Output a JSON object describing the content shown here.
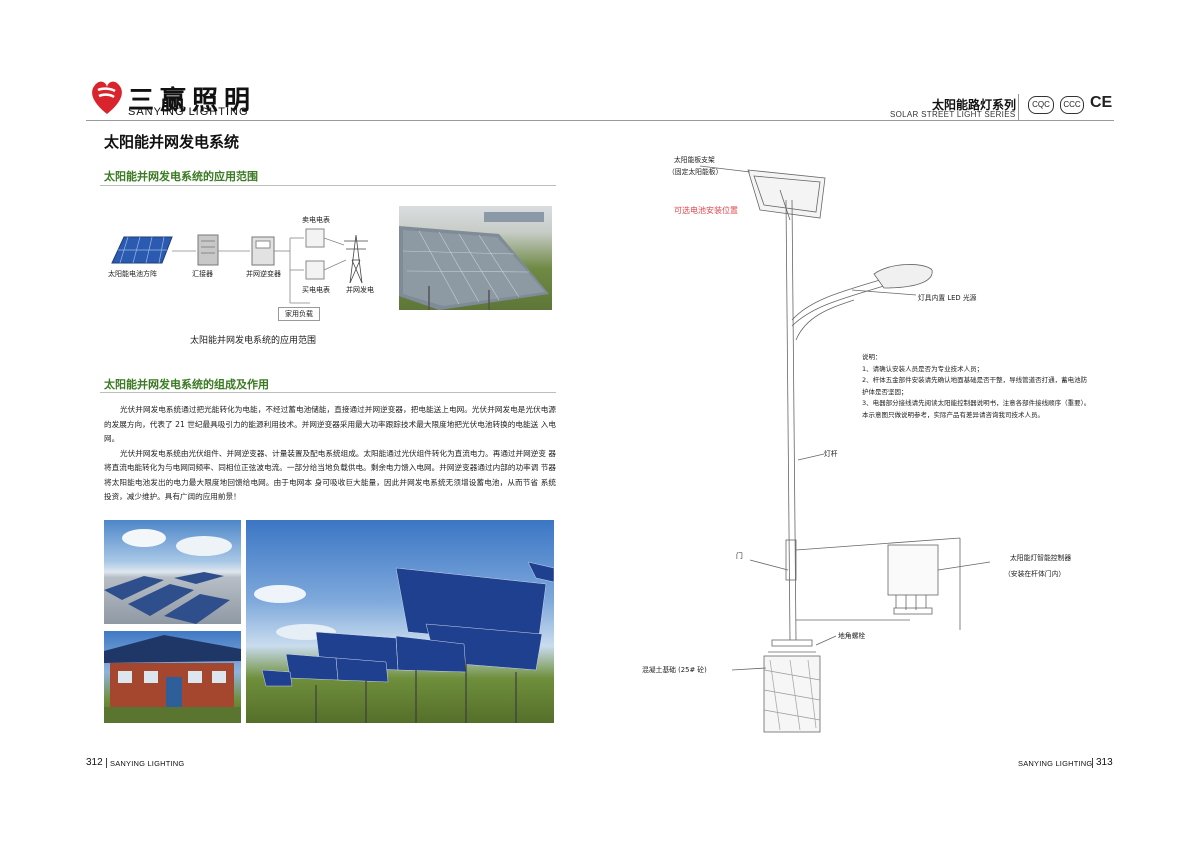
{
  "header": {
    "brand_cn": "三赢照明",
    "brand_en": "SANYING LIGHTING",
    "logo_icon": "sanying-heart-logo",
    "series_cn": "太阳能路灯系列",
    "series_en": "SOLAR STREET LIGHT SERIES",
    "certs": [
      "CQC",
      "CCC",
      "CE"
    ]
  },
  "left_page": {
    "title": "太阳能并网发电系统",
    "section1": {
      "title": "太阳能并网发电系统的应用范围",
      "diagram": {
        "solar_array": "太阳能电池方阵",
        "combiner": "汇接器",
        "inverter": "并网逆变器",
        "sell_meter": "卖电电表",
        "buy_meter": "买电电表",
        "grid": "并网发电",
        "load": "家用负载"
      },
      "caption": "太阳能并网发电系统的应用范围"
    },
    "section2": {
      "title": "太阳能并网发电系统的组成及作用",
      "paragraphs": [
        "光伏并网发电系统通过把光能转化为电能，不经过蓄电池储能，直接通过并网逆变器，把电能送上电网。光伏并网发电是光伏电源的发展方向，代表了 21 世纪最具吸引力的能源利用技术。并网逆变器采用最大功率跟踪技术最大限度地把光伏电池转换的电能送 入电网。",
        "光伏并网发电系统由光伏组件、并网逆变器、计量装置及配电系统组成。太阳能通过光伏组件转化为直流电力。再通过并网逆变 器将直流电能转化为与电网同频率、同相位正弦波电流。一部分给当地负载供电。剩余电力馈入电网。并网逆变器通过内部的功率调 节器将太阳能电池发出的电力最大限度地回馈给电网。由于电网本 身可吸收巨大能量，因此并网发电系统无须增设蓄电池，从而节省 系统投资，减少维护。具有广阔的应用前景！"
      ]
    }
  },
  "right_page": {
    "labels": {
      "panel_bracket": "太阳能板支架",
      "panel_bracket_sub": "（固定太阳能板）",
      "optional_battery": "可选电池安装位置",
      "lamp": "灯具内置 LED 光源",
      "pole": "灯杆",
      "door": "门",
      "controller": "太阳能灯智能控制器",
      "controller_sub": "（安装在杆体门内）",
      "anchor_bolt": "地角螺栓",
      "foundation": "混凝土基础 (25# 砼)"
    },
    "notes": [
      "说明：",
      "1、请确认安装人员是否为专业技术人员；",
      "2、杆体五金部件安装请先确认地面基础是否干整，导线管道否打通，蓄电池防护体是否坚固；",
      "3、电器部分接线请先阅读太阳能控制器说明书，注意各部件接线顺序（重要）。",
      "本示意图只做说明参考，实际产品有差异请咨询我司技术人员。"
    ]
  },
  "footer": {
    "left_page_num": "312",
    "left_brand": "SANYING LIGHTING",
    "right_brand": "SANYING LIGHTING",
    "right_page_num": "313"
  },
  "colors": {
    "section_green": "#3a7a22",
    "logo_red": "#d9232d",
    "note_red": "#e0474c"
  }
}
